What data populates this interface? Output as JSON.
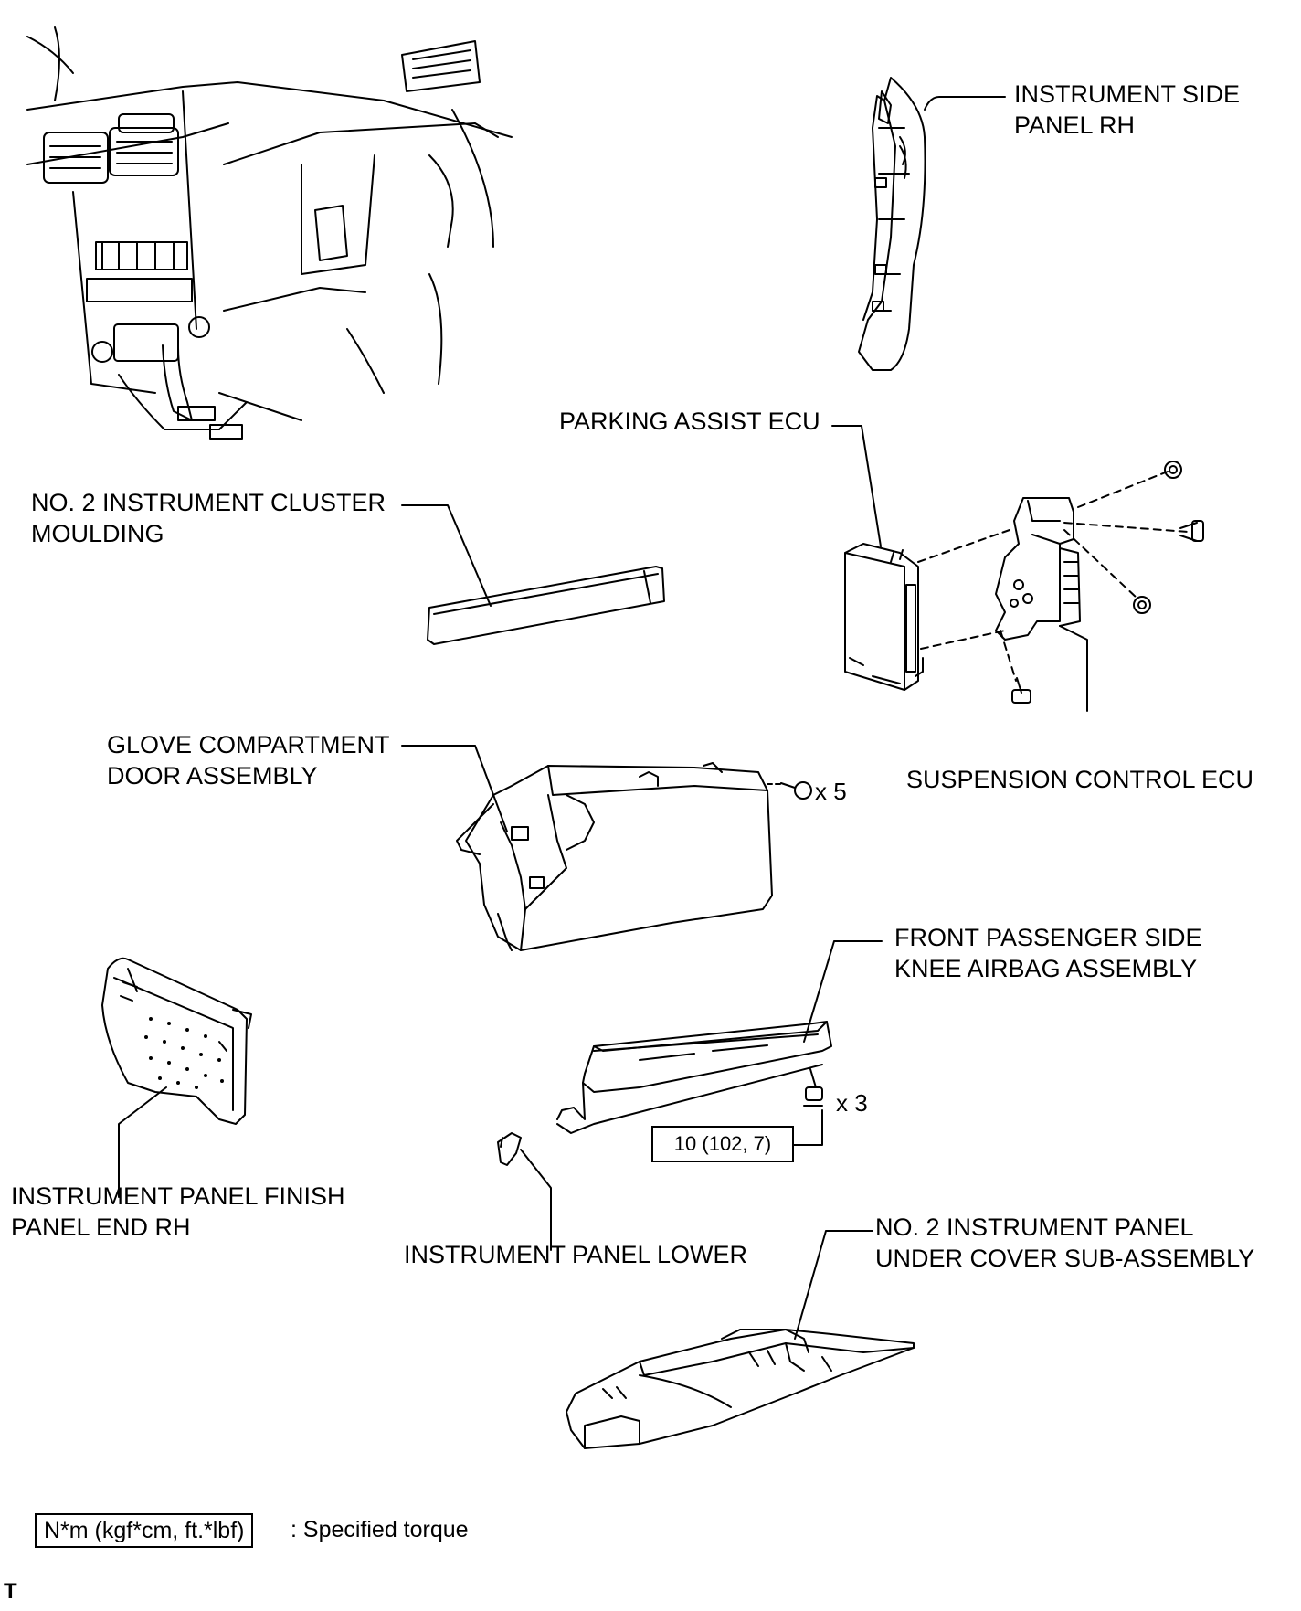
{
  "labels": {
    "side_panel_rh": [
      "INSTRUMENT SIDE",
      "PANEL RH"
    ],
    "parking_assist_ecu": [
      "PARKING ASSIST ECU"
    ],
    "cluster_moulding": [
      "NO. 2 INSTRUMENT CLUSTER",
      "MOULDING"
    ],
    "suspension_ecu": [
      "SUSPENSION CONTROL ECU"
    ],
    "glove_door": [
      "GLOVE COMPARTMENT",
      "DOOR ASSEMBLY"
    ],
    "knee_airbag": [
      "FRONT PASSENGER SIDE",
      "KNEE AIRBAG ASSEMBLY"
    ],
    "finish_panel_end": [
      "INSTRUMENT PANEL FINISH",
      "PANEL END RH"
    ],
    "panel_lower": [
      "INSTRUMENT PANEL LOWER"
    ],
    "under_cover": [
      "NO. 2 INSTRUMENT PANEL",
      "UNDER COVER SUB-ASSEMBLY"
    ]
  },
  "fasteners": {
    "glove_qty": "x 5",
    "airbag_qty": "x 3",
    "airbag_torque": "10 (102, 7)"
  },
  "legend": {
    "torque_units": "N*m (kgf*cm, ft.*lbf)",
    "torque_desc": ": Specified torque"
  },
  "corner_mark": "T"
}
